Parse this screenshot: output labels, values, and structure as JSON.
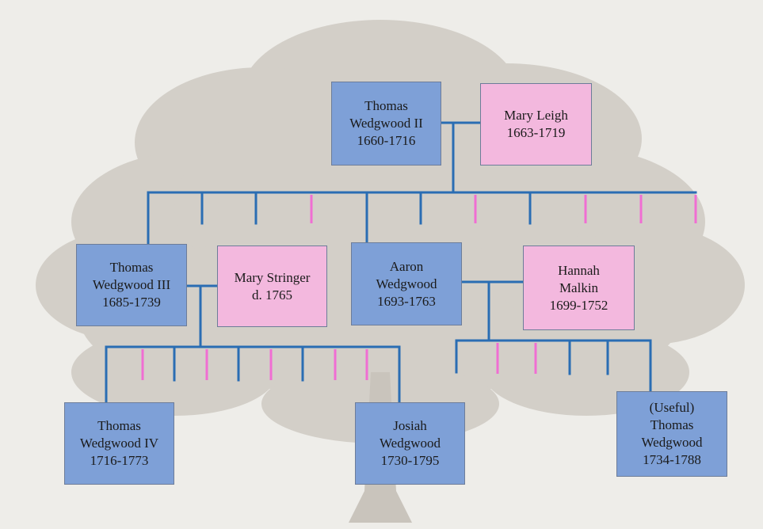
{
  "colors": {
    "male_box": "#7ea0d7",
    "female_box": "#f3b8de",
    "line_blue": "#2a6db3",
    "line_pink": "#f06ed3",
    "tree_silhouette": "#cfcbc4"
  },
  "people": {
    "thomas_ii": {
      "line1": "Thomas",
      "line2": "Wedgwood II",
      "line3": "1660-1716"
    },
    "mary_leigh": {
      "line1": "Mary Leigh",
      "line2": "1663-1719"
    },
    "thomas_iii": {
      "line1": "Thomas",
      "line2": "Wedgwood III",
      "line3": "1685-1739"
    },
    "mary_stringer": {
      "line1": "Mary Stringer",
      "line2": "d. 1765"
    },
    "aaron": {
      "line1": "Aaron",
      "line2": "Wedgwood",
      "line3": "1693-1763"
    },
    "hannah": {
      "line1": "Hannah",
      "line2": "Malkin",
      "line3": "1699-1752"
    },
    "thomas_iv": {
      "line1": "Thomas",
      "line2": "Wedgwood IV",
      "line3": "1716-1773"
    },
    "josiah": {
      "line1": "Josiah",
      "line2": "Wedgwood",
      "line3": "1730-1795"
    },
    "useful_thomas": {
      "line1": "(Useful)",
      "line2": "Thomas",
      "line3": "Wedgwood",
      "line4": "1734-1788"
    }
  }
}
